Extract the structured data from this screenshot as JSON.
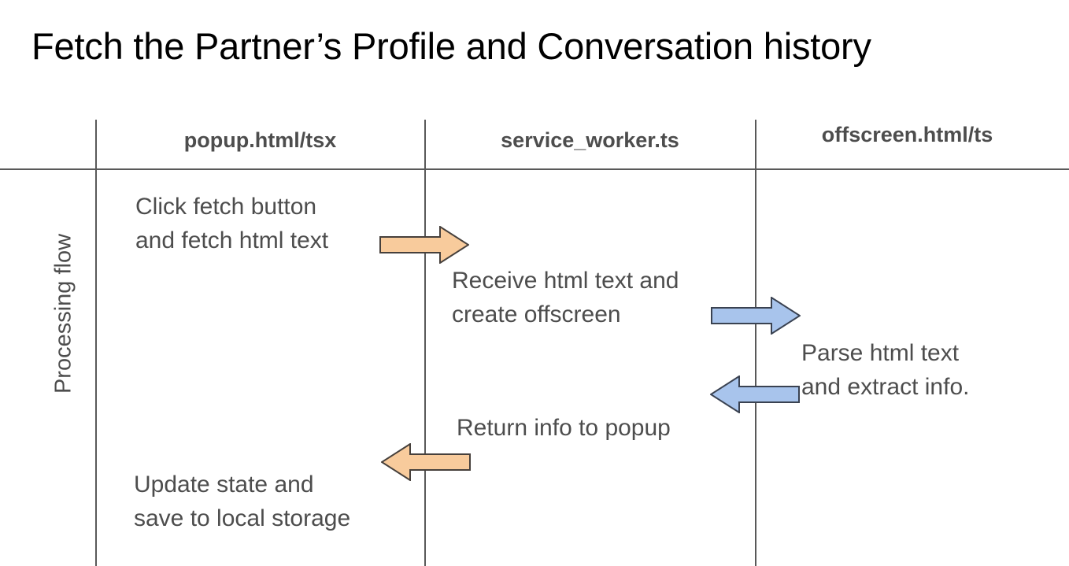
{
  "slide": {
    "title": "Fetch the Partner’s Profile and Conversation history",
    "row_label": "Processing flow"
  },
  "columns": [
    {
      "id": "popup",
      "label": "popup.html/tsx"
    },
    {
      "id": "service_worker",
      "label": "service_worker.ts"
    },
    {
      "id": "offscreen",
      "label": "offscreen.html/ts"
    }
  ],
  "steps": [
    {
      "id": "click-fetch",
      "column": "popup",
      "text": "Click fetch button\nand fetch html text"
    },
    {
      "id": "receive-html",
      "column": "service_worker",
      "text": "Receive html text and\ncreate offscreen"
    },
    {
      "id": "parse-html",
      "column": "offscreen",
      "text": "Parse html text\nand extract info."
    },
    {
      "id": "return-info",
      "column": "service_worker",
      "text": "Return info to popup"
    },
    {
      "id": "update-state",
      "column": "popup",
      "text": "Update state and\nsave to local storage"
    }
  ],
  "arrows": [
    {
      "id": "arrow-popup-to-service",
      "direction": "right",
      "color": "#f8cb9c",
      "stroke": "#46403c",
      "from": "popup",
      "to": "service_worker"
    },
    {
      "id": "arrow-service-to-offscreen",
      "direction": "right",
      "color": "#a8c4ec",
      "stroke": "#3a4251",
      "from": "service_worker",
      "to": "offscreen"
    },
    {
      "id": "arrow-offscreen-to-service",
      "direction": "left",
      "color": "#a8c4ec",
      "stroke": "#3a4251",
      "from": "offscreen",
      "to": "service_worker"
    },
    {
      "id": "arrow-service-to-popup",
      "direction": "left",
      "color": "#f8cb9c",
      "stroke": "#46403c",
      "from": "service_worker",
      "to": "popup"
    }
  ],
  "colors": {
    "title_text": "#000000",
    "body_text": "#4d4d4d",
    "grid_line": "#595959",
    "orange_fill": "#f8cb9c",
    "orange_stroke": "#46403c",
    "blue_fill": "#a8c4ec",
    "blue_stroke": "#3a4251",
    "background": "#ffffff"
  }
}
